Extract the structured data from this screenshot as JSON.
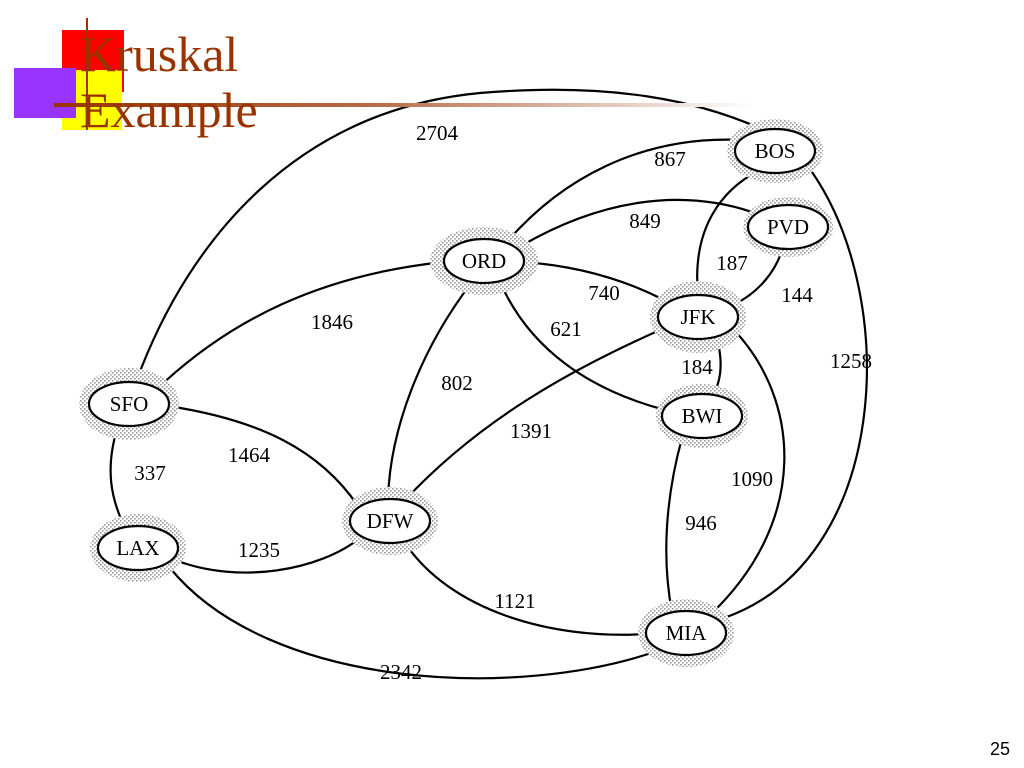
{
  "slide": {
    "title_line1": "Kruskal",
    "title_line2": "Example",
    "page_number": "25"
  },
  "colors": {
    "title": "#993300",
    "logo_red": "#ff0000",
    "logo_yellow": "#ffff00",
    "logo_purple": "#9933ff",
    "rule": "#993300"
  },
  "graph": {
    "nodes": [
      {
        "id": "BOS",
        "label": "BOS"
      },
      {
        "id": "PVD",
        "label": "PVD"
      },
      {
        "id": "ORD",
        "label": "ORD"
      },
      {
        "id": "JFK",
        "label": "JFK"
      },
      {
        "id": "BWI",
        "label": "BWI"
      },
      {
        "id": "SFO",
        "label": "SFO"
      },
      {
        "id": "DFW",
        "label": "DFW"
      },
      {
        "id": "LAX",
        "label": "LAX"
      },
      {
        "id": "MIA",
        "label": "MIA"
      }
    ],
    "edges": [
      {
        "from": "SFO",
        "to": "BOS",
        "weight": "2704"
      },
      {
        "from": "ORD",
        "to": "BOS",
        "weight": "867"
      },
      {
        "from": "ORD",
        "to": "PVD",
        "weight": "849"
      },
      {
        "from": "JFK",
        "to": "BOS",
        "weight": "187"
      },
      {
        "from": "JFK",
        "to": "PVD",
        "weight": "144"
      },
      {
        "from": "ORD",
        "to": "JFK",
        "weight": "740"
      },
      {
        "from": "SFO",
        "to": "ORD",
        "weight": "1846"
      },
      {
        "from": "ORD",
        "to": "BWI",
        "weight": "621"
      },
      {
        "from": "JFK",
        "to": "BWI",
        "weight": "184"
      },
      {
        "from": "BOS",
        "to": "MIA",
        "weight": "1258"
      },
      {
        "from": "ORD",
        "to": "DFW",
        "weight": "802"
      },
      {
        "from": "DFW",
        "to": "JFK",
        "weight": "1391"
      },
      {
        "from": "SFO",
        "to": "DFW",
        "weight": "1464"
      },
      {
        "from": "SFO",
        "to": "LAX",
        "weight": "337"
      },
      {
        "from": "JFK",
        "to": "MIA",
        "weight": "1090"
      },
      {
        "from": "BWI",
        "to": "MIA",
        "weight": "946"
      },
      {
        "from": "LAX",
        "to": "DFW",
        "weight": "1235"
      },
      {
        "from": "DFW",
        "to": "MIA",
        "weight": "1121"
      },
      {
        "from": "LAX",
        "to": "MIA",
        "weight": "2342"
      }
    ]
  }
}
